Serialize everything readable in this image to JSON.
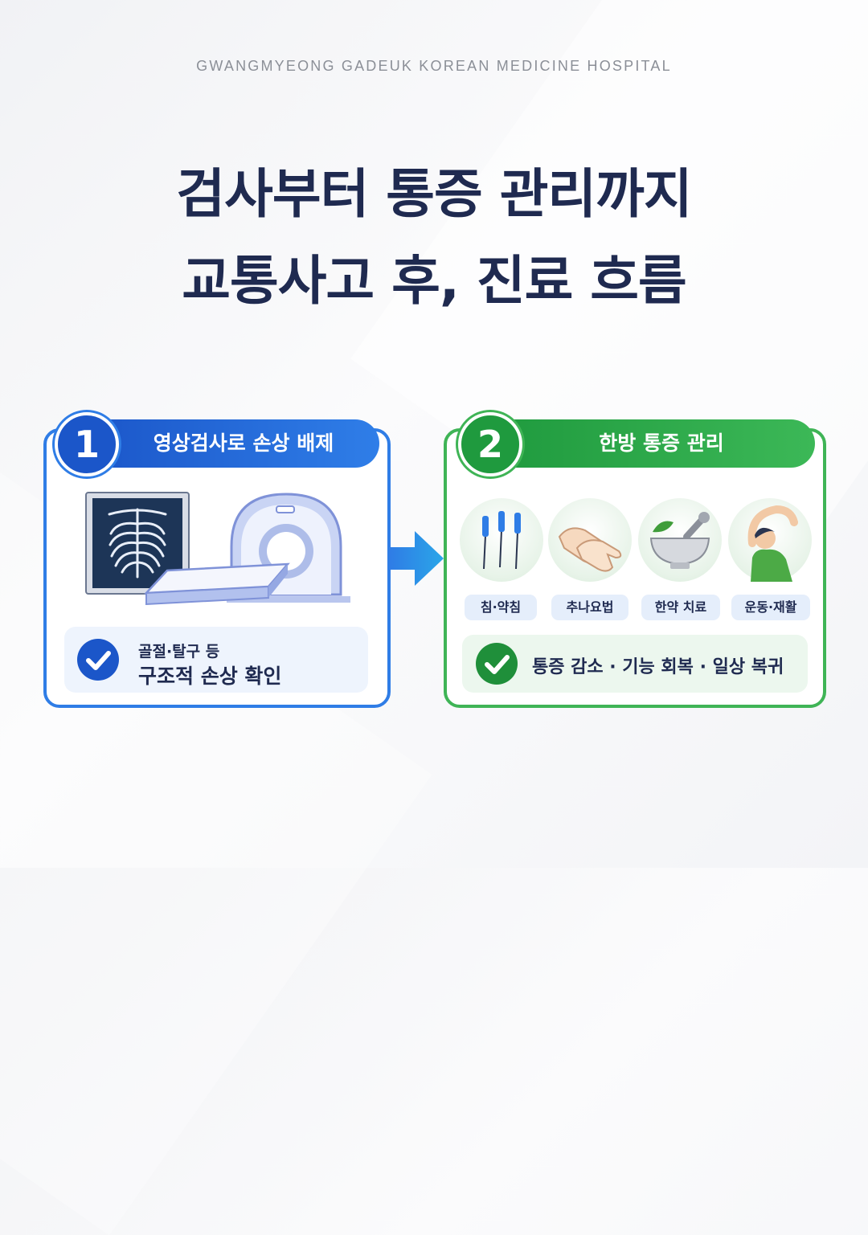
{
  "header": {
    "hospital_name": "GWANGMYEONG GADEUK KOREAN MEDICINE HOSPITAL",
    "title_line1": "검사부터 통증 관리까지",
    "title_line2": "교통사고 후, 진료 흐름"
  },
  "step1": {
    "number": "1",
    "title": "영상검사로 손상 배제",
    "note_line1": "골절·탈구 등",
    "note_line2": "구조적 손상 확인",
    "icons": [
      "chest-xray-icon",
      "ct-scanner-icon"
    ]
  },
  "step2": {
    "number": "2",
    "title": "한방 통증 관리",
    "treatments": [
      {
        "label": "침·약침",
        "icon": "acupuncture-needles-icon"
      },
      {
        "label": "추나요법",
        "icon": "hands-icon"
      },
      {
        "label": "한약 치료",
        "icon": "herbal-mortar-icon"
      },
      {
        "label": "운동·재활",
        "icon": "stretching-person-icon"
      }
    ],
    "result": "통증 감소 · 기능 회복 · 일상 복귀"
  },
  "colors": {
    "navy": "#1f2a50",
    "blue": "#1b56c9",
    "green": "#1f9a3e"
  }
}
